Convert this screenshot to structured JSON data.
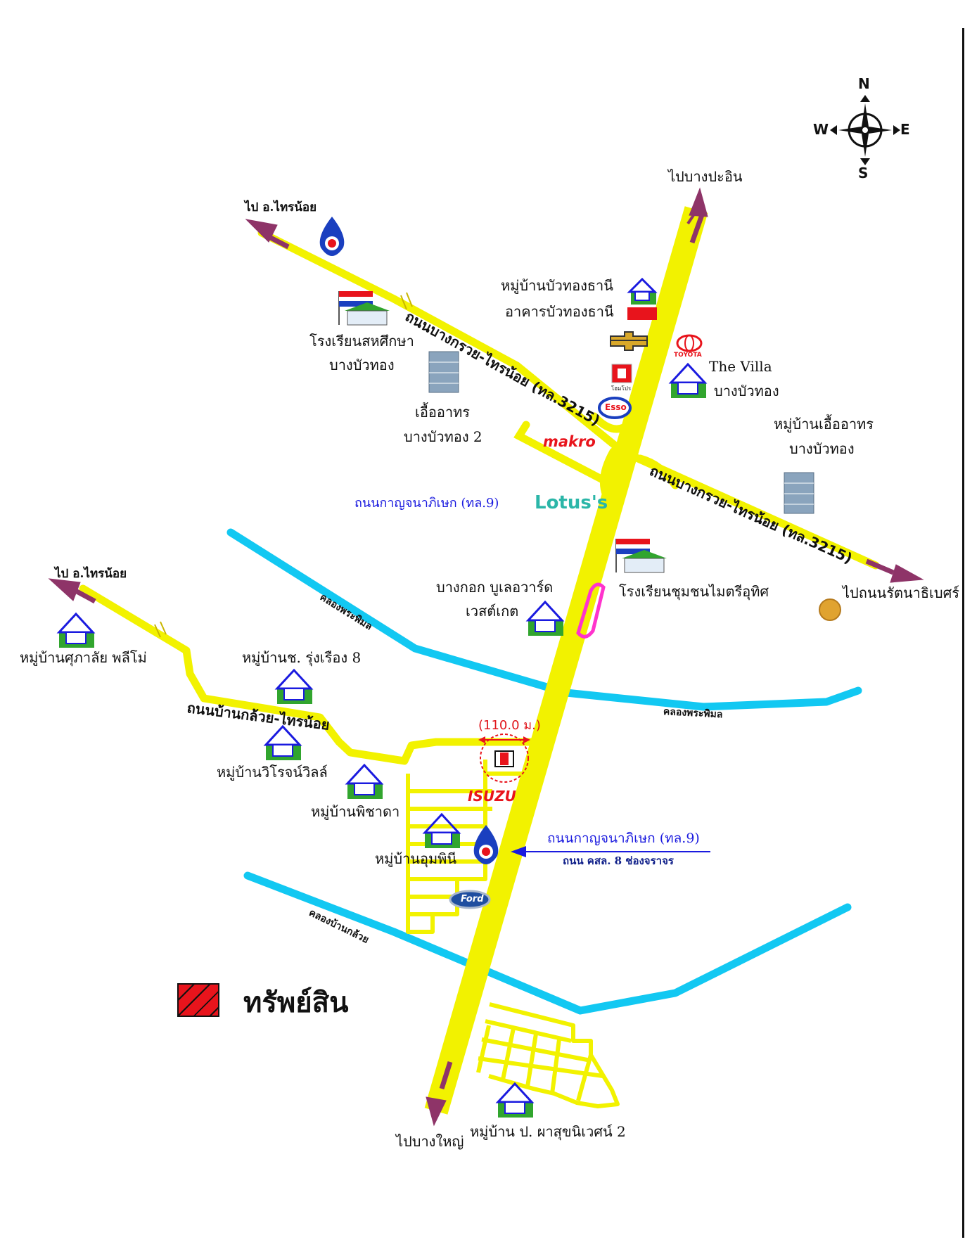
{
  "compass": {
    "n": "N",
    "e": "E",
    "s": "S",
    "w": "W"
  },
  "destinations": {
    "north": "ไปบางปะอิน",
    "south": "ไปบางใหญ่",
    "northwest_top": "ไป อ.ไทรน้อย",
    "northwest_mid": "ไป อ.ไทรน้อย",
    "east": "ไปถนนรัตนาธิเบศร์"
  },
  "roads": {
    "bangkruai_sainoi_upper": "ถนนบางกรวย-ไทรน้อย (ทล.3215)",
    "bangkruai_sainoi_lower": "ถนนบางกรวย-ไทรน้อย (ทล.3215)",
    "bankluai_sainoi": "ถนนบ้านกล้วย-ไทรน้อย",
    "kanchanaphisek_upper": "ถนนกาญจนาภิเษก (ทล.9)",
    "kanchanaphisek_pointer": "ถนนกาญจนาภิเษก (ทล.9)",
    "kanchanaphisek_lanes": "ถนน คสล. 8 ช่องจราจร"
  },
  "canals": {
    "phra_phimon_1": "คลองพระพิมล",
    "phra_phimon_2": "คลองพระพิมล",
    "ban_kluai": "คลองบ้านกล้วย"
  },
  "places": {
    "bua_thong_thani_village": "หมู่บ้านบัวทองธานี",
    "bua_thong_thani_building": "อาคารบัวทองธานี",
    "the_villa_1": "The Villa",
    "the_villa_2": "บางบัวทอง",
    "sahasuksa_school_1": "โรงเรียนสหศึกษา",
    "sahasuksa_school_2": "บางบัวทอง",
    "ua_athorn_2_1": "เอื้ออาทร",
    "ua_athorn_2_2": "บางบัวทอง 2",
    "ua_athorn_village_1": "หมู่บ้านเอื้ออาทร",
    "ua_athorn_village_2": "บางบัวทอง",
    "chumchon_school": "โรงเรียนชุมชนไมตรีอุทิศ",
    "boulevard_1": "บางกอก บูเลอวาร์ด",
    "boulevard_2": "เวสต์เกต",
    "supalai": "หมู่บ้านศุภาลัย พลีโม่",
    "rungruang": "หมู่บ้านช. รุ่งเรือง 8",
    "viroj": "หมู่บ้านวิโรจน์วิลล์",
    "phichada": "หมู่บ้านพิชาดา",
    "umphini": "หมู่บ้านอุมพินี",
    "pha_suk": "หมู่บ้าน ป. ผาสุขนิเวศน์ 2"
  },
  "brands": {
    "makro": "makro",
    "lotus": "Lotus's",
    "isuzu": "ISUZU",
    "esso": "Esso",
    "toyota": "TOYOTA",
    "ford": "Ford",
    "homepro": "โฮมโปร"
  },
  "distance": "(110.0 ม.)",
  "legend": {
    "label": "ทรัพย์สิน"
  },
  "colors": {
    "road": "#f2f200",
    "canal": "#12c8f2",
    "arrow": "#8e3468",
    "marker": "#e8141c",
    "uturn": "#ff33cc"
  }
}
